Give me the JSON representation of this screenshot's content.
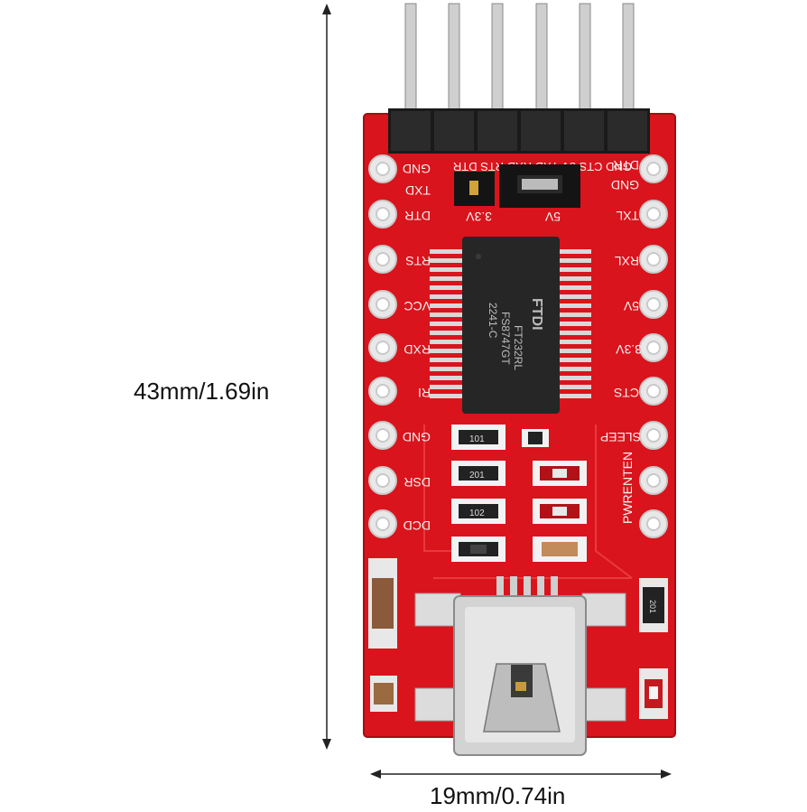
{
  "dimensions": {
    "height_label": "43mm/1.69in",
    "width_label": "19mm/0.74in"
  },
  "board": {
    "color": "#d9141c",
    "chip_marking": [
      "FTDI",
      "2241-C",
      "FS8747GT",
      "FT232RL"
    ],
    "jumper_labels": {
      "left": "3.3V",
      "right": "5V"
    },
    "top_header_labels": "GND CTS 5V TXD RXD RTS DTR",
    "left_pins": [
      "GND",
      "TXD",
      "DTR",
      "RTS",
      "VCC",
      "RXD",
      "RI",
      "GND",
      "DSR",
      "DCD"
    ],
    "right_pins": [
      "DTR",
      "GND",
      "TXL",
      "RXL",
      "5V",
      "3.3V",
      "CTS",
      "SLEEP",
      "PWRENTEN"
    ],
    "resistor_codes": [
      "101",
      "201",
      "102",
      "201"
    ]
  }
}
